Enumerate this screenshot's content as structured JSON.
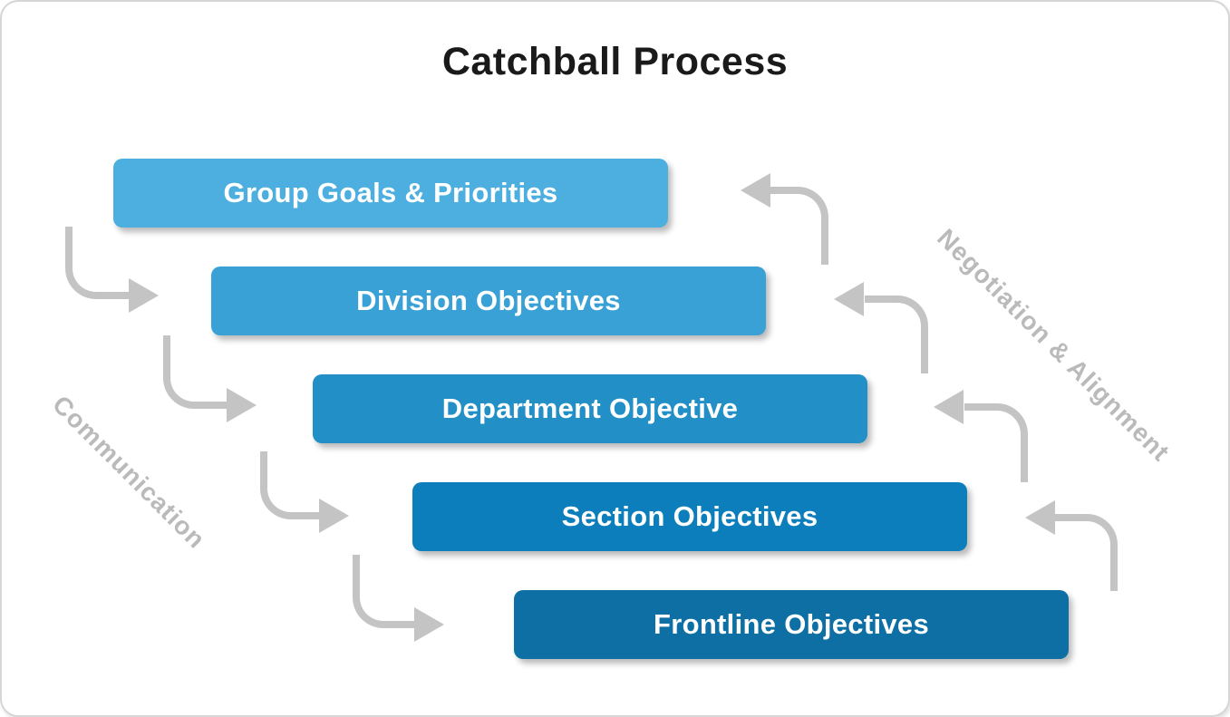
{
  "title": "Catchball Process",
  "boxes": [
    {
      "label": "Group Goals & Priorities",
      "color": "#4DAFE0"
    },
    {
      "label": "Division Objectives",
      "color": "#39A1D5"
    },
    {
      "label": "Department Objective",
      "color": "#2290C7"
    },
    {
      "label": "Section Objectives",
      "color": "#0C7EBB"
    },
    {
      "label": "Frontline Objectives",
      "color": "#0D6FA3"
    }
  ],
  "side_labels": {
    "left": "Communication",
    "right": "Negotiation & Alignment"
  },
  "colors": {
    "arrow": "#C4C4C4",
    "side_label_text": "#BABABA",
    "title_text": "#1A1A1A",
    "card_border": "#D6D6D6",
    "box_text": "#FFFFFF"
  }
}
